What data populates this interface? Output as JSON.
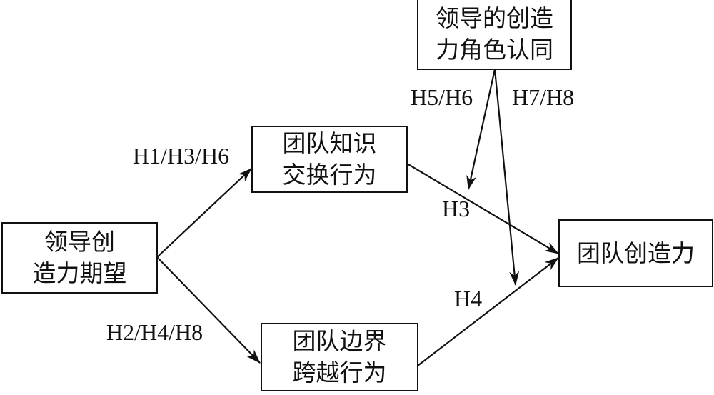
{
  "nodes": {
    "leader_expectation": {
      "lines": [
        "领导创",
        "造力期望"
      ]
    },
    "knowledge_exchange": {
      "lines": [
        "团队知识",
        "交换行为"
      ]
    },
    "boundary_spanning": {
      "lines": [
        "团队边界",
        "跨越行为"
      ]
    },
    "team_creativity": {
      "lines": [
        "团队创造力"
      ]
    },
    "leader_identity": {
      "lines": [
        "领导的创造",
        "力角色认同"
      ]
    }
  },
  "edges": [
    {
      "from": "leader_expectation",
      "to": "knowledge_exchange",
      "label": "H1/H3/H6"
    },
    {
      "from": "leader_expectation",
      "to": "boundary_spanning",
      "label": "H2/H4/H8"
    },
    {
      "from": "knowledge_exchange",
      "to": "team_creativity",
      "label": "H3"
    },
    {
      "from": "boundary_spanning",
      "to": "team_creativity",
      "label": "H4"
    },
    {
      "from": "leader_identity",
      "to": "knowledge_exchange->team_creativity",
      "label": "H5/H6"
    },
    {
      "from": "leader_identity",
      "to": "boundary_spanning->team_creativity",
      "label": "H7/H8"
    }
  ]
}
